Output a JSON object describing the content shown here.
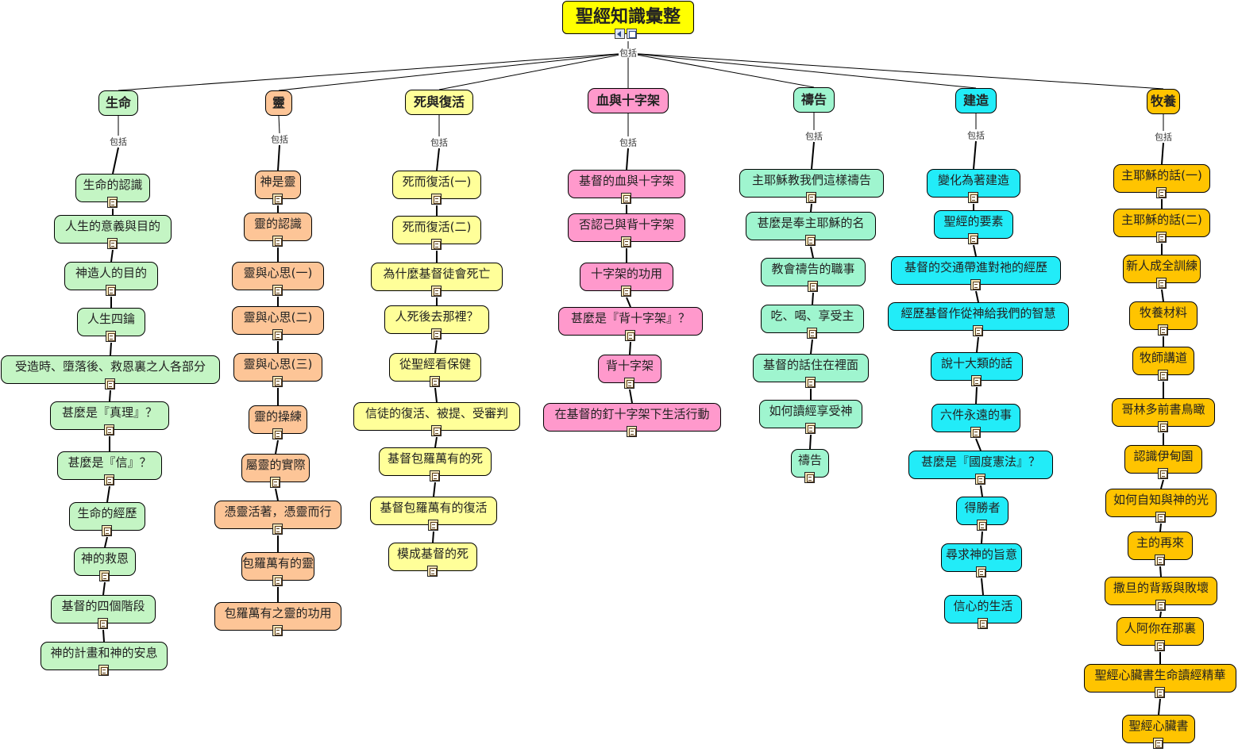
{
  "title": "聖經知識彙整",
  "connector": "包括",
  "title_icons": [
    "speaker-icon",
    "document-icon"
  ],
  "colors": {
    "title": "#ffff00",
    "life": "#c4f5c4",
    "spirit": "#fdc597",
    "death": "#ffff99",
    "blood": "#ff99cc",
    "prayer": "#9ff5cf",
    "build": "#22ecf8",
    "shepherd": "#ffc400"
  },
  "categories": [
    {
      "label": "生命",
      "color": "#c4f5c4",
      "items": [
        "生命的認識",
        "人生的意義與目的",
        "神造人的目的",
        "人生四鑰",
        "受造時、墮落後、救恩裏之人各部分",
        "甚麼是『真理』？",
        "甚麼是『信』？",
        "生命的經歷",
        "神的救恩",
        "基督的四個階段",
        "神的計畫和神的安息"
      ]
    },
    {
      "label": "靈",
      "color": "#fdc597",
      "items": [
        "神是靈",
        "靈的認識",
        "靈與心思(一)",
        "靈與心思(二)",
        "靈與心思(三)",
        "靈的操練",
        "屬靈的實際",
        "憑靈活著，憑靈而行",
        "包羅萬有的靈",
        "包羅萬有之靈的功用"
      ]
    },
    {
      "label": "死與復活",
      "color": "#ffff99",
      "items": [
        "死而復活(一)",
        "死而復活(二)",
        "為什麼基督徒會死亡",
        "人死後去那裡？",
        "從聖經看保健",
        "信徒的復活、被提、受審判",
        "基督包羅萬有的死",
        "基督包羅萬有的復活",
        "模成基督的死"
      ]
    },
    {
      "label": "血與十字架",
      "color": "#ff99cc",
      "items": [
        "基督的血與十字架",
        "否認己與背十字架",
        "十字架的功用",
        "甚麼是『背十字架』？",
        "背十字架",
        "在基督的釘十字架下生活行動"
      ]
    },
    {
      "label": "禱告",
      "color": "#9ff5cf",
      "items": [
        "主耶穌教我們這樣禱告",
        "甚麼是奉主耶穌的名",
        "教會禱告的職事",
        "吃、喝、享受主",
        "基督的話住在裡面",
        "如何讀經享受神",
        "禱告"
      ]
    },
    {
      "label": "建造",
      "color": "#22ecf8",
      "items": [
        "變化為著建造",
        "聖經的要素",
        "基督的交通帶進對祂的經歷",
        "經歷基督作從神給我們的智慧",
        "說十大類的話",
        "六件永遠的事",
        "甚麼是『國度憲法』？",
        "得勝者",
        "尋求神的旨意",
        "信心的生活"
      ]
    },
    {
      "label": "牧養",
      "color": "#ffc400",
      "items": [
        "主耶穌的話(一)",
        "主耶穌的話(二)",
        "新人成全訓練",
        "牧養材料",
        "牧師講道",
        "哥林多前書鳥瞰",
        "認識伊甸園",
        "如何自知與神的光",
        "主的再來",
        "撒旦的背叛與敗壞",
        "人阿你在那裏",
        "聖經心臟書生命讀經精華",
        "聖經心臟書"
      ]
    }
  ]
}
